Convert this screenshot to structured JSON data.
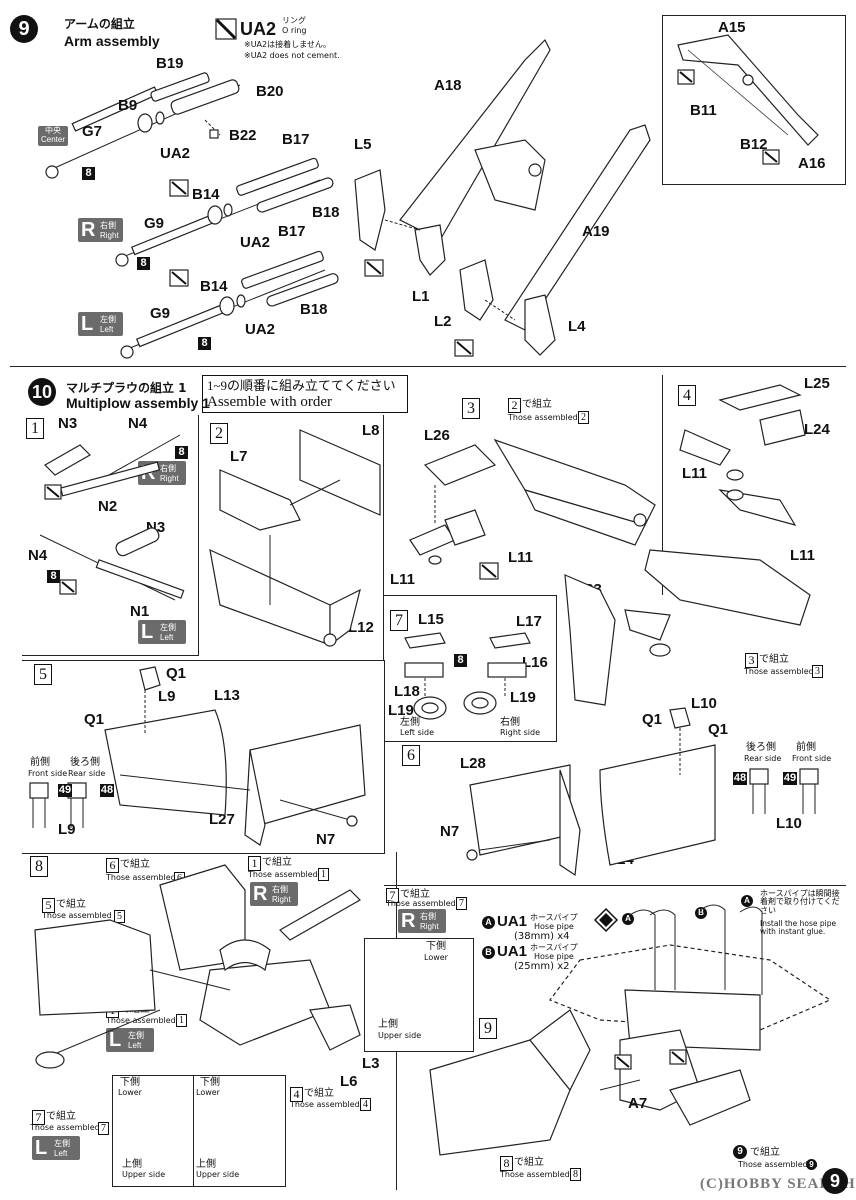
{
  "step9": {
    "num": "9",
    "title_jp": "アームの組立",
    "title_en": "Arm assembly",
    "ua2": "UA2",
    "ua2_jp": "リング",
    "ua2_en": "O ring",
    "note_jp": "※UA2は接着しません。",
    "note_en": "※UA2 does not cement.",
    "center_jp": "中央",
    "center_en": "Center",
    "right_letter": "R",
    "right_jp": "右側",
    "right_en": "Right",
    "left_letter": "L",
    "left_jp": "左側",
    "left_en": "Left",
    "eight": "8",
    "labels": {
      "b19": "B19",
      "b20": "B20",
      "b9": "B9",
      "g7": "G7",
      "ua2a": "UA2",
      "b22": "B22",
      "b17a": "B17",
      "b14a": "B14",
      "b18a": "B18",
      "g9a": "G9",
      "ua2b": "UA2",
      "b17b": "B17",
      "b14b": "B14",
      "g9b": "G9",
      "b18b": "B18",
      "ua2c": "UA2",
      "l5": "L5",
      "a18": "A18",
      "l1": "L1",
      "l2": "L2",
      "l4": "L4",
      "a19": "A19",
      "a15": "A15",
      "b11": "B11",
      "b12": "B12",
      "a16": "A16"
    }
  },
  "step10": {
    "num": "10",
    "title_jp": "マルチプラウの組立 1",
    "title_en": "Multiplow assembly 1",
    "order_jp": "1~9の順番に組み立ててください",
    "order_en": "Assemble with order",
    "eight": "8"
  },
  "sub1": {
    "num": "1",
    "n3a": "N3",
    "n4a": "N4",
    "n2": "N2",
    "n3b": "N3",
    "n4b": "N4",
    "n1": "N1",
    "r": "R",
    "r_jp": "右側",
    "r_en": "Right",
    "l": "L",
    "l_jp": "左側",
    "l_en": "Left"
  },
  "sub2": {
    "num": "2",
    "l8": "L8",
    "l7": "L7",
    "l12": "L12"
  },
  "sub3": {
    "num": "3",
    "ref_num": "2",
    "ref_jp": "で組立",
    "ref_en": "Those assembled in",
    "ref_num2": "2",
    "l26": "L26",
    "l11a": "L11",
    "l11b": "L11"
  },
  "sub4": {
    "num": "4",
    "l25": "L25",
    "l24": "L24",
    "l11a": "L11",
    "l11b": "L11",
    "l23": "L23",
    "ref_num": "3",
    "ref_jp": "で組立",
    "ref_en": "Those assembled in",
    "ref_num2": "3"
  },
  "sub5": {
    "num": "5",
    "q1a": "Q1",
    "l9a": "L9",
    "q1b": "Q1",
    "l13": "L13",
    "front_jp": "前側",
    "front_en": "Front side",
    "rear_jp": "後ろ側",
    "rear_en": "Rear side",
    "n49": "49",
    "n48": "48",
    "l9b": "L9",
    "l27": "L27",
    "n7": "N7"
  },
  "sub7": {
    "num": "7",
    "l15": "L15",
    "l17": "L17",
    "l16": "L16",
    "l18": "L18",
    "l19a": "L19",
    "l19b": "L19",
    "left_jp": "左側",
    "left_en": "Left side",
    "right_jp": "右側",
    "right_en": "Right side"
  },
  "sub6": {
    "num": "6",
    "l10a": "L10",
    "q1a": "Q1",
    "q1b": "Q1",
    "rear_jp": "後ろ側",
    "rear_en": "Rear side",
    "front_jp": "前側",
    "front_en": "Front side",
    "n48": "48",
    "n49": "49",
    "l10b": "L10",
    "l28": "L28",
    "n7": "N7",
    "l14": "L14"
  },
  "sub8": {
    "num": "8",
    "ref6": "6",
    "ref6_jp": "で組立",
    "ref6_en": "Those assembled in",
    "ref6b": "6",
    "ref1": "1",
    "ref1_jp": "で組立",
    "ref1_en": "Those assembled in",
    "ref1b": "1",
    "ref5": "5",
    "ref5_jp": "で組立",
    "ref5_en": "Those assembled in",
    "ref5b": "5",
    "ref7": "7",
    "ref7_jp": "で組立",
    "ref7_en": "Those assembled in",
    "ref7b": "7",
    "ref1c": "1",
    "ref1c_jp": "で組立",
    "ref1c_en": "Those assembled in",
    "ref1cb": "1",
    "ref4": "4",
    "ref4_jp": "で組立",
    "ref4_en": "Those assembled in",
    "ref4b": "4",
    "ref7c": "7",
    "ref7c_jp": "で組立",
    "ref7c_en": "Those assembled in",
    "ref7cb": "7",
    "r": "R",
    "r_jp": "右側",
    "r_en": "Right",
    "l": "L",
    "l_jp": "左側",
    "l_en": "Left",
    "lower_jp": "下側",
    "lower_en": "Lower",
    "upper_jp": "上側",
    "upper_en": "Upper side",
    "l3": "L3",
    "l6": "L6"
  },
  "sub9": {
    "num": "9",
    "ua1a": "UA1",
    "ua1a_jp": "ホースパイプ",
    "ua1a_en": "Hose pipe",
    "ua1a_len": "(38mm) x4",
    "ua1b": "UA1",
    "ua1b_jp": "ホースパイプ",
    "ua1b_en": "Hose pipe",
    "ua1b_len": "(25mm) x2",
    "mark_a": "A",
    "mark_b": "B",
    "hose_note_jp": "ホースパイプは瞬間接着剤で取り付けてください",
    "hose_note_en": "Install the hose pipe with instant glue.",
    "a7": "A7",
    "ref8": "8",
    "ref8_jp": "で組立",
    "ref8_en": "Those assembled in",
    "ref8b": "8",
    "ref9": "9",
    "ref9_jp": "で組立",
    "ref9_en": "Those assembled in",
    "ref9b": "9"
  },
  "footer": {
    "watermark": "(C)HOBBY SEARCH",
    "page_mark": "9"
  }
}
